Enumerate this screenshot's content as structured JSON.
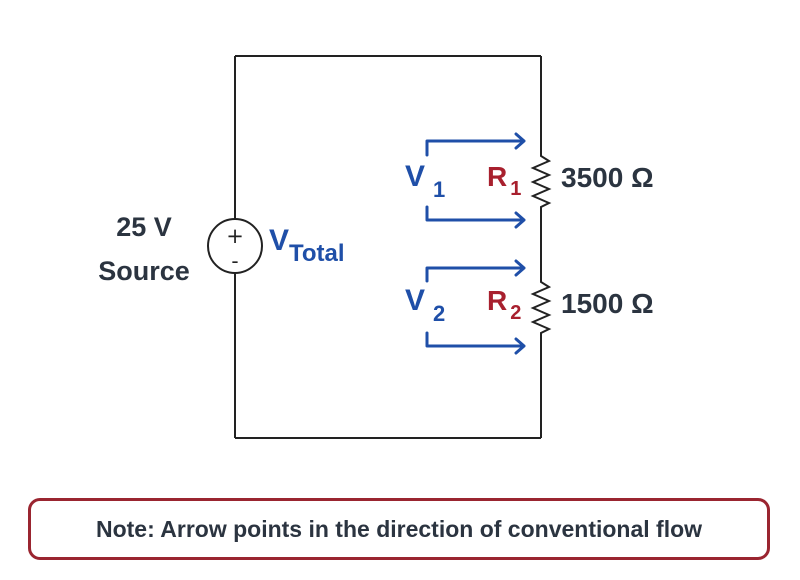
{
  "source": {
    "voltage": "25 V",
    "label": "Source",
    "plus_sign": "+",
    "minus_sign": "-"
  },
  "total_voltage": {
    "symbol": "V",
    "subscript": "Total"
  },
  "resistors": [
    {
      "symbol": "R",
      "subscript": "1",
      "value": "3500 Ω"
    },
    {
      "symbol": "R",
      "subscript": "2",
      "value": "1500 Ω"
    }
  ],
  "voltage_drops": [
    {
      "symbol": "V",
      "subscript": "1"
    },
    {
      "symbol": "V",
      "subscript": "2"
    }
  ],
  "note": "Note: Arrow points in the direction of conventional flow",
  "colors": {
    "wire": "#222222",
    "voltage_label": "#1f4fa8",
    "resistor_label": "#a8202e",
    "text": "#2b3440",
    "note_border": "#9a2530"
  }
}
